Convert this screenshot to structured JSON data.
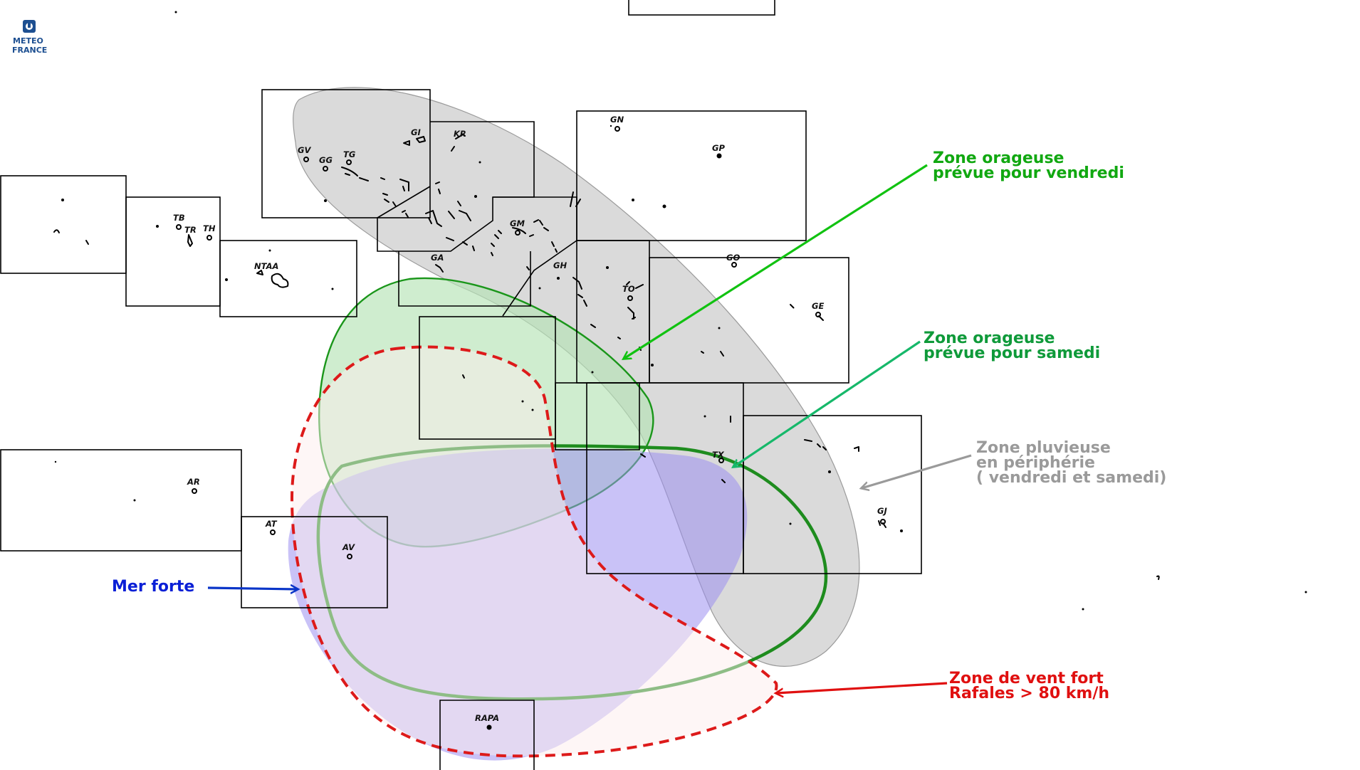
{
  "brand": {
    "logo_line1": "METEO",
    "logo_line2": "FRANCE",
    "brand_color": "#1d4f91",
    "logo_icon": "meteo-france-logo-icon"
  },
  "map_codes": {
    "GV": "GV",
    "GG": "GG",
    "TG": "TG",
    "GI": "GI",
    "KR": "KR",
    "GN": "GN",
    "GP": "GP",
    "TB": "TB",
    "TR": "TR",
    "TH": "TH",
    "NTAA": "NTAA",
    "GA": "GA",
    "GM": "GM",
    "GH": "GH",
    "TO": "TO",
    "GO": "GO",
    "GE": "GE",
    "TX": "TX",
    "GJ": "GJ",
    "AR": "AR",
    "AT": "AT",
    "AV": "AV",
    "RAPA": "RAPA"
  },
  "annotations": {
    "storm_friday": {
      "line1": "Zone orageuse",
      "line2": "prévue pour vendredi",
      "color": "#11a811"
    },
    "storm_saturday": {
      "line1": "Zone orageuse",
      "line2": "prévue pour samedi",
      "color": "#0f9a3a"
    },
    "rain": {
      "line1": "Zone pluvieuse",
      "line2": "en périphérie",
      "line3": "( vendredi et samedi)",
      "color": "#9a9a9a"
    },
    "wind": {
      "line1": "Zone de vent fort",
      "line2": "Rafales > 80 km/h",
      "color": "#e01010"
    },
    "sea": {
      "line1": "Mer forte",
      "color": "#0a1fd6"
    }
  },
  "zone_colors": {
    "rain_fill": "#cfcfcf",
    "storm_friday_fill": "#b6e3b6",
    "storm_friday_stroke": "#1a961a",
    "storm_saturday_stroke": "#1e8c1e",
    "sea_fill": "#9c8ff0",
    "wind_stroke": "#dd1a1a",
    "wind_fill": "#fdeeee"
  }
}
